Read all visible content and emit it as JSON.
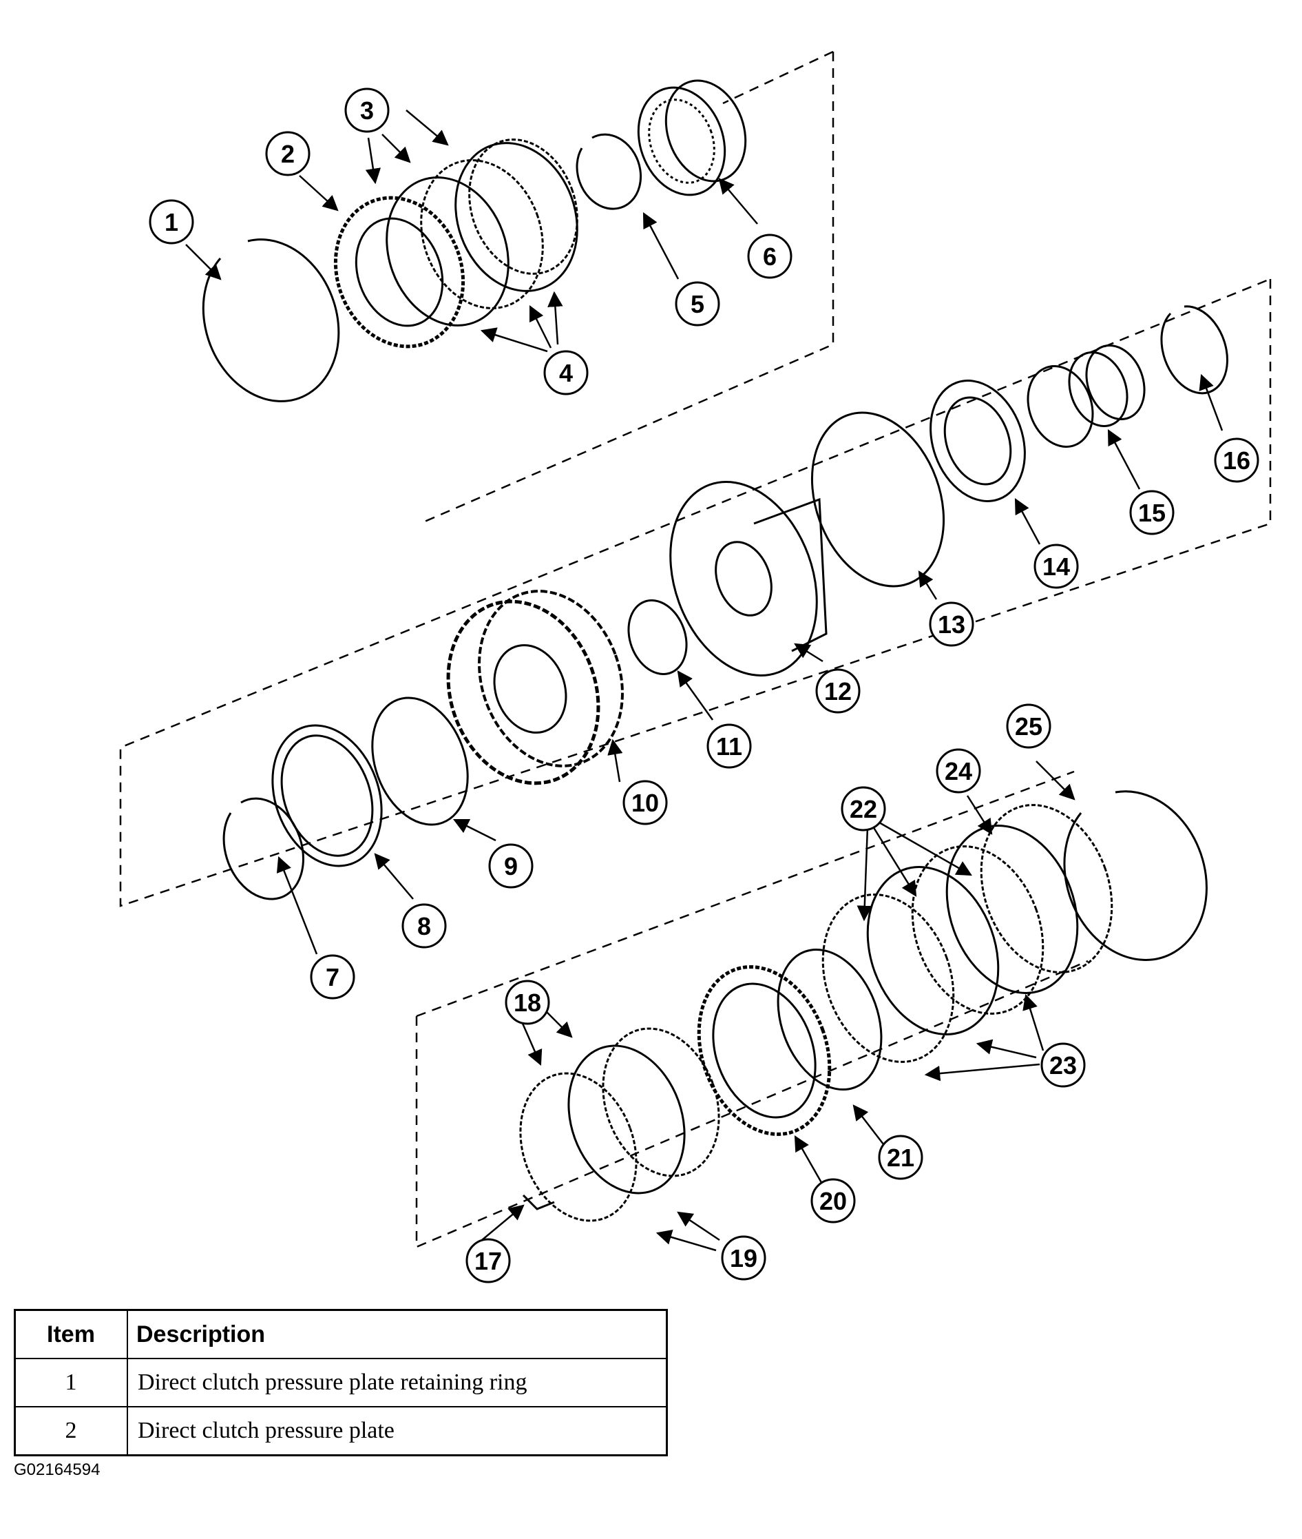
{
  "callouts": [
    "1",
    "2",
    "3",
    "4",
    "5",
    "6",
    "7",
    "8",
    "9",
    "10",
    "11",
    "12",
    "13",
    "14",
    "15",
    "16",
    "17",
    "18",
    "19",
    "20",
    "21",
    "22",
    "23",
    "24",
    "25"
  ],
  "legend": {
    "header_item": "Item",
    "header_description": "Description",
    "rows": [
      {
        "item": "1",
        "description": "Direct clutch pressure plate retaining ring"
      },
      {
        "item": "2",
        "description": "Direct clutch pressure plate"
      }
    ]
  },
  "figure_id": "G02164594",
  "colors": {
    "line": "#000000",
    "background": "#ffffff"
  }
}
